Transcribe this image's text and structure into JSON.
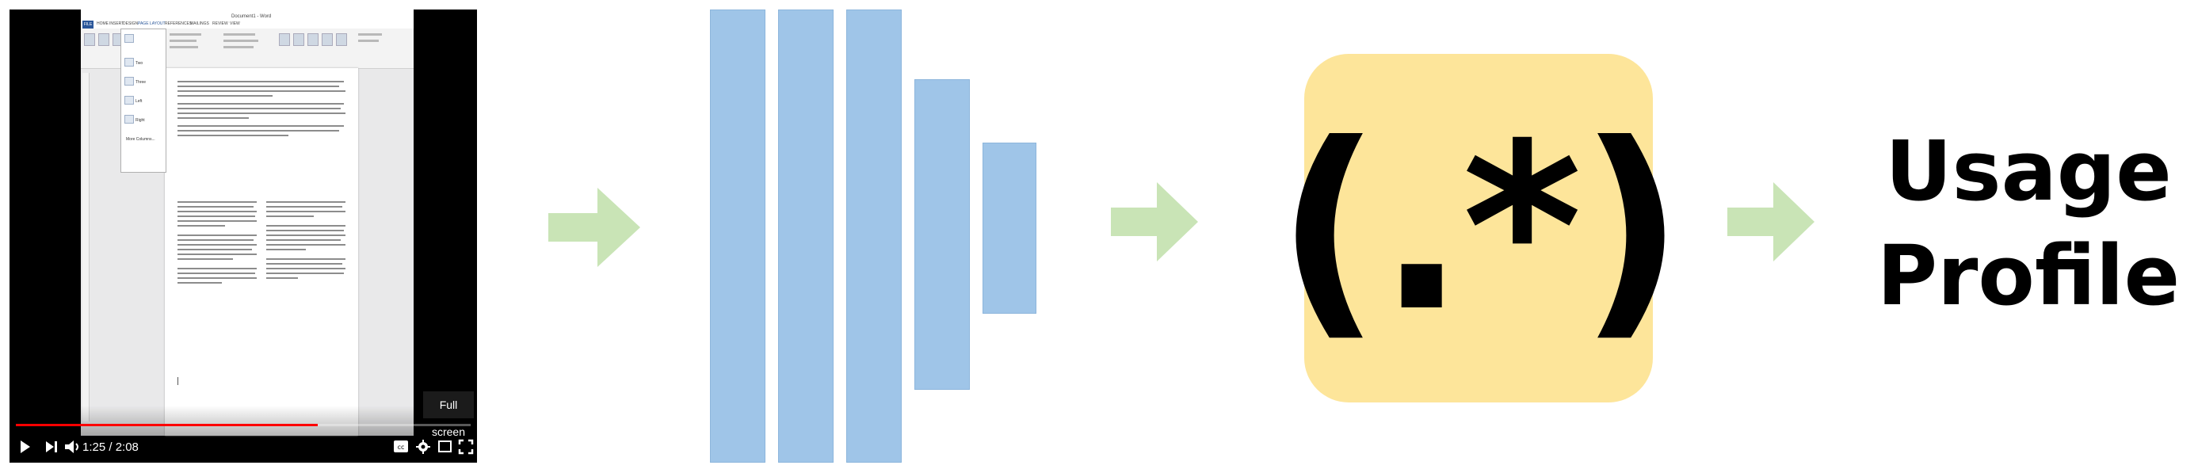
{
  "video_player": {
    "time_display": "1:25 / 2:08",
    "progress": 0.664,
    "fullscreen_tooltip": "Full screen",
    "icons": [
      "play-icon",
      "next-icon",
      "volume-icon",
      "captions-icon",
      "settings-icon",
      "theater-icon",
      "fullscreen-icon"
    ]
  },
  "screen_content": {
    "app_title": "Document1 - Word",
    "file_tab": "FILE",
    "ribbon_tabs": [
      "HOME",
      "INSERT",
      "DESIGN",
      "PAGE LAYOUT",
      "REFERENCES",
      "MAILINGS",
      "REVIEW",
      "VIEW"
    ],
    "menu_items": [
      "Two",
      "Three",
      "Left",
      "Right",
      "More Columns..."
    ]
  },
  "diagram": {
    "regex_symbol": "(.*)",
    "output_label_line1": "Usage",
    "output_label_line2": "Profile",
    "colors": {
      "arrow": "#c9e4b6",
      "layers": "#9fc5e8",
      "regex_box": "#fde59a"
    }
  }
}
